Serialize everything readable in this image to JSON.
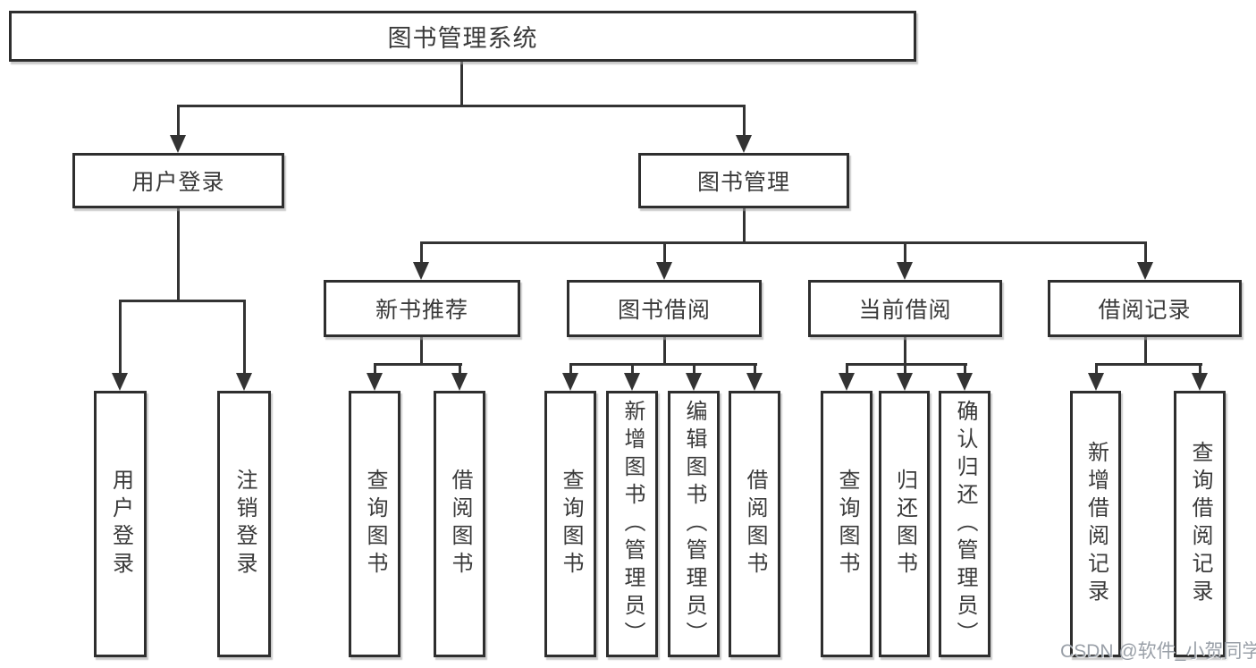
{
  "diagram": {
    "tree": {
      "label": "图书管理系统",
      "children": [
        {
          "label": "用户登录",
          "children": [
            {
              "label": "用户登录"
            },
            {
              "label": "注销登录"
            }
          ]
        },
        {
          "label": "图书管理",
          "children": [
            {
              "label": "新书推荐",
              "children": [
                {
                  "label": "查询图书"
                },
                {
                  "label": "借阅图书"
                }
              ]
            },
            {
              "label": "图书借阅",
              "children": [
                {
                  "label": "查询图书"
                },
                {
                  "label": "新增图书（管理员）"
                },
                {
                  "label": "编辑图书（管理员）"
                },
                {
                  "label": "借阅图书"
                }
              ]
            },
            {
              "label": "当前借阅",
              "children": [
                {
                  "label": "查询图书"
                },
                {
                  "label": "归还图书"
                },
                {
                  "label": "确认归还（管理员）"
                }
              ]
            },
            {
              "label": "借阅记录",
              "children": [
                {
                  "label": "新增借阅记录"
                },
                {
                  "label": "查询借阅记录"
                }
              ]
            }
          ]
        }
      ]
    },
    "watermark": {
      "text": "CSDN @软件_小贺同学",
      "color": "#9aa0a8"
    },
    "colors": {
      "line": "#333333",
      "border": "#2e2e2e",
      "text": "#3a3a3a",
      "background": "#ffffff"
    }
  }
}
